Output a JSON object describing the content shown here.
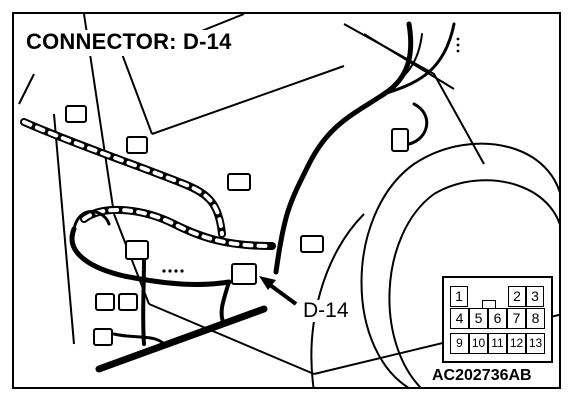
{
  "diagram": {
    "title": "CONNECTOR: D-14",
    "callout_label": "D-14",
    "figure_code": "AC202736AB"
  },
  "connector_face": {
    "rows": [
      [
        "1",
        "2",
        "3"
      ],
      [
        "4",
        "5",
        "6",
        "7",
        "8"
      ],
      [
        "9",
        "10",
        "11",
        "12",
        "13"
      ]
    ]
  }
}
